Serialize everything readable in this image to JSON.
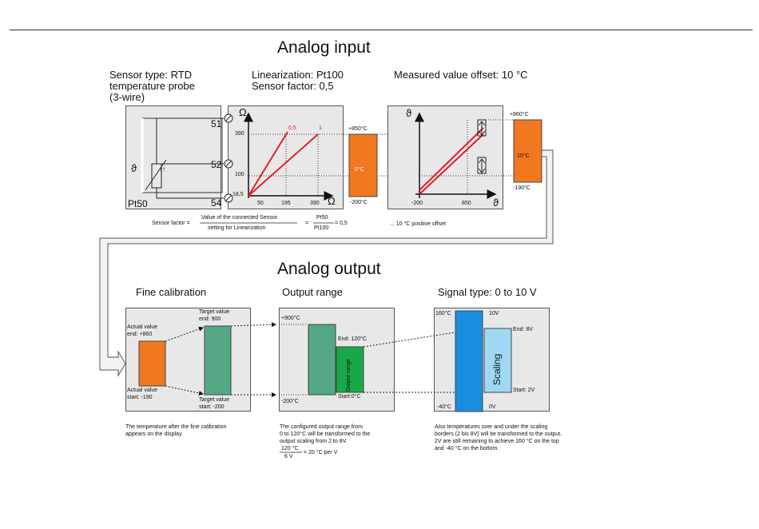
{
  "titles": {
    "analog_input": "Analog input",
    "analog_output": "Analog output"
  },
  "sensor": {
    "type_line1": "Sensor type: RTD",
    "type_line2": "temperature probe",
    "type_line3": "(3-wire)",
    "terminal_1": "51",
    "terminal_2": "52",
    "terminal_3": "54",
    "name": "Pt50",
    "theta": "ϑ"
  },
  "linearization": {
    "line1": "Linearization: Pt100",
    "line2": "Sensor factor: 0,5",
    "omega": "Ω",
    "y_ticks": [
      "390",
      "100",
      "18,5"
    ],
    "x_ticks": [
      "50",
      "195",
      "390"
    ],
    "curve_labels": [
      "0,5",
      "1"
    ]
  },
  "range_bar_1": {
    "top": "+850°C",
    "mid": "0°C",
    "bottom": "-200°C",
    "color": "#f07820"
  },
  "offset": {
    "title": "Measured value offset: 10 °C",
    "x_ticks": [
      "-200",
      "850"
    ],
    "top": "+860°C",
    "mid": "10°C",
    "bottom": "-190°C",
    "note": "... 10 °C positive offset"
  },
  "formula": {
    "prefix": "Sensor factor =",
    "numerator": "Value of the connected Sensor",
    "denominator": "setting for Linearization",
    "eq": "=",
    "num2": "Pt50",
    "den2": "Pt100",
    "result": "= 0,5"
  },
  "fine_calibration": {
    "title": "Fine calibration",
    "actual_end_1": "Actual value",
    "actual_end_2": "end: +860",
    "actual_start_1": "Actual value",
    "actual_start_2": "start: -190",
    "target_end_1": "Target value",
    "target_end_2": "end: 900",
    "target_start_1": "Target value",
    "target_start_2": "start: -200",
    "note_1": "The temperature after the fine calibration",
    "note_2": "appears on the display.",
    "green": "#55a886"
  },
  "output_range": {
    "title": "Output range",
    "top": "+900°C",
    "bottom": "-200°C",
    "end": "End: 120°C",
    "start": "Start:0°C",
    "bar_label": "Output range",
    "note_1": "The configured output range from",
    "note_2": "0 to 120°C will be transformed to the",
    "note_3": "output scaling from 2 to 8V.",
    "frac_num": "120 °C",
    "frac_den": "6 V",
    "frac_result": "= 20 °C per V",
    "bright_green": "#19a848"
  },
  "signal": {
    "title": "Signal type: 0 to 10 V",
    "top_temp": "160°C",
    "top_v": "10V",
    "bottom_temp": "-40°C",
    "bottom_v": "0V",
    "end": "End: 8V",
    "start": "Start: 2V",
    "scaling": "Scaling",
    "note_1": "Also temperatures over and under the scaling",
    "note_2": "borders (2 bis 8V) will be transformed to the output.",
    "note_3": "2V are still remaining to achieve 160 °C on the top",
    "note_4": "and -40 °C on the bottom.",
    "blue": "#1a8fe0",
    "light_blue": "#9fd8f3"
  }
}
